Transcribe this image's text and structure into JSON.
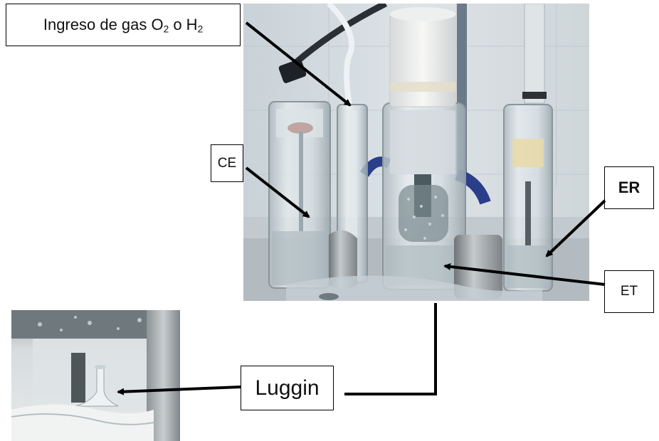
{
  "labels": {
    "gas_inlet": {
      "text_main": "Ingreso de gas O",
      "sub1": "2",
      "mid": " o H",
      "sub2": "2"
    },
    "ce": "CE",
    "er": "ER",
    "et": "ET",
    "luggin": "Luggin"
  },
  "colors": {
    "arrow": "#000000",
    "label_border": "#000000",
    "label_bg": "#ffffff"
  }
}
